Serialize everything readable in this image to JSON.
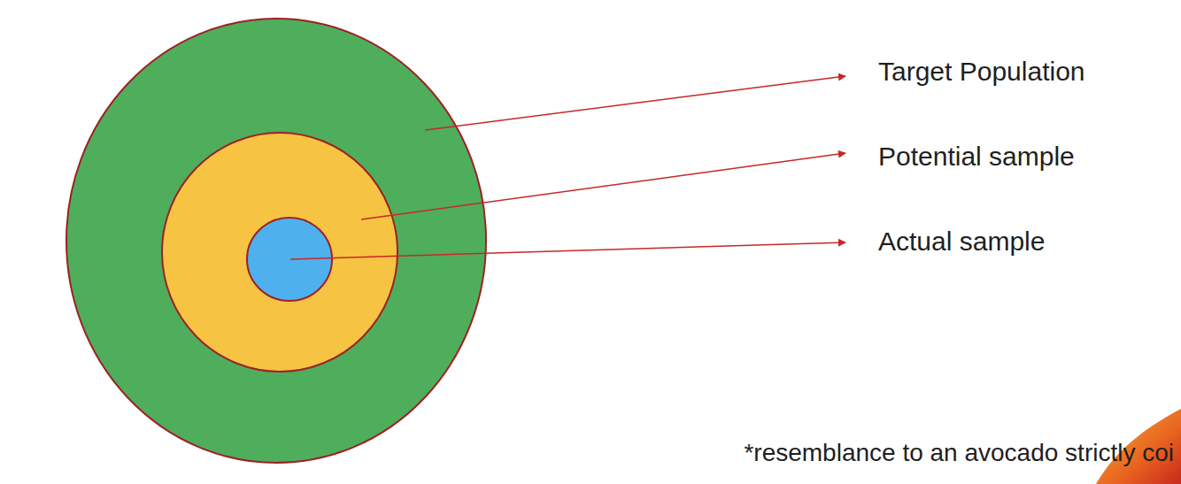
{
  "diagram": {
    "labels": [
      "Target Population",
      "Potential sample",
      "Actual sample",
      "*resemblance to an avocado strictly coi"
    ]
  }
}
